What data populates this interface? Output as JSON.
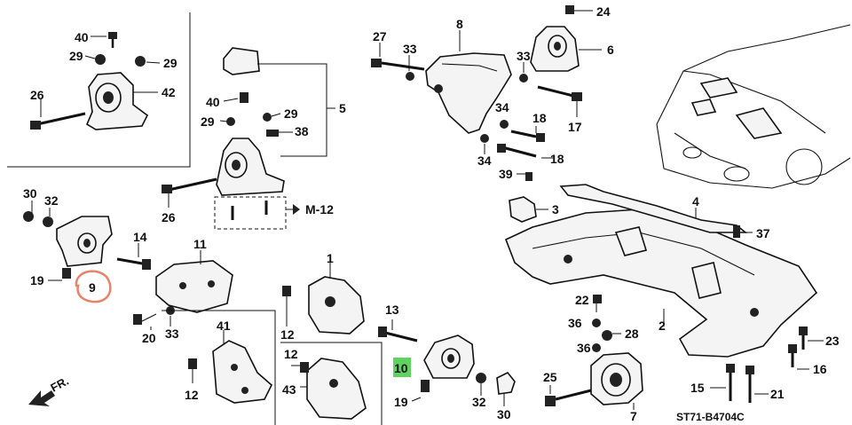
{
  "diagram": {
    "ref_code": "ST71-B4704C",
    "direction_label": "FR.",
    "ref_section": "M-12",
    "highlight_color": "#5fd35f",
    "circle_color": "#e8826a"
  },
  "callouts": [
    {
      "id": "c40a",
      "text": "40"
    },
    {
      "id": "c29a",
      "text": "29"
    },
    {
      "id": "c29b",
      "text": "29"
    },
    {
      "id": "c26a",
      "text": "26"
    },
    {
      "id": "c42",
      "text": "42"
    },
    {
      "id": "c40b",
      "text": "40"
    },
    {
      "id": "c29c",
      "text": "29"
    },
    {
      "id": "c29d",
      "text": "29"
    },
    {
      "id": "c38",
      "text": "38"
    },
    {
      "id": "c5",
      "text": "5"
    },
    {
      "id": "c26b",
      "text": "26"
    },
    {
      "id": "c27",
      "text": "27"
    },
    {
      "id": "c33a",
      "text": "33"
    },
    {
      "id": "c8",
      "text": "8"
    },
    {
      "id": "c24",
      "text": "24"
    },
    {
      "id": "c6",
      "text": "6"
    },
    {
      "id": "c33b",
      "text": "33"
    },
    {
      "id": "c34a",
      "text": "34"
    },
    {
      "id": "c18a",
      "text": "18"
    },
    {
      "id": "c17",
      "text": "17"
    },
    {
      "id": "c34b",
      "text": "34"
    },
    {
      "id": "c18b",
      "text": "18"
    },
    {
      "id": "c39",
      "text": "39"
    },
    {
      "id": "c3",
      "text": "3"
    },
    {
      "id": "c4",
      "text": "4"
    },
    {
      "id": "c37",
      "text": "37"
    },
    {
      "id": "c30a",
      "text": "30"
    },
    {
      "id": "c32a",
      "text": "32"
    },
    {
      "id": "c14",
      "text": "14"
    },
    {
      "id": "c11",
      "text": "11"
    },
    {
      "id": "c19a",
      "text": "19"
    },
    {
      "id": "c9",
      "text": "9"
    },
    {
      "id": "c20",
      "text": "20"
    },
    {
      "id": "c33c",
      "text": "33"
    },
    {
      "id": "c1",
      "text": "1"
    },
    {
      "id": "c12a",
      "text": "12"
    },
    {
      "id": "c13",
      "text": "13"
    },
    {
      "id": "c41",
      "text": "41"
    },
    {
      "id": "c12b",
      "text": "12"
    },
    {
      "id": "c12c",
      "text": "12"
    },
    {
      "id": "c43",
      "text": "43"
    },
    {
      "id": "c10",
      "text": "10"
    },
    {
      "id": "c19b",
      "text": "19"
    },
    {
      "id": "c32b",
      "text": "32"
    },
    {
      "id": "c30b",
      "text": "30"
    },
    {
      "id": "c22",
      "text": "22"
    },
    {
      "id": "c36a",
      "text": "36"
    },
    {
      "id": "c28",
      "text": "28"
    },
    {
      "id": "c36b",
      "text": "36"
    },
    {
      "id": "c2",
      "text": "2"
    },
    {
      "id": "c25",
      "text": "25"
    },
    {
      "id": "c7",
      "text": "7"
    },
    {
      "id": "c15",
      "text": "15"
    },
    {
      "id": "c21",
      "text": "21"
    },
    {
      "id": "c23",
      "text": "23"
    },
    {
      "id": "c16",
      "text": "16"
    }
  ]
}
